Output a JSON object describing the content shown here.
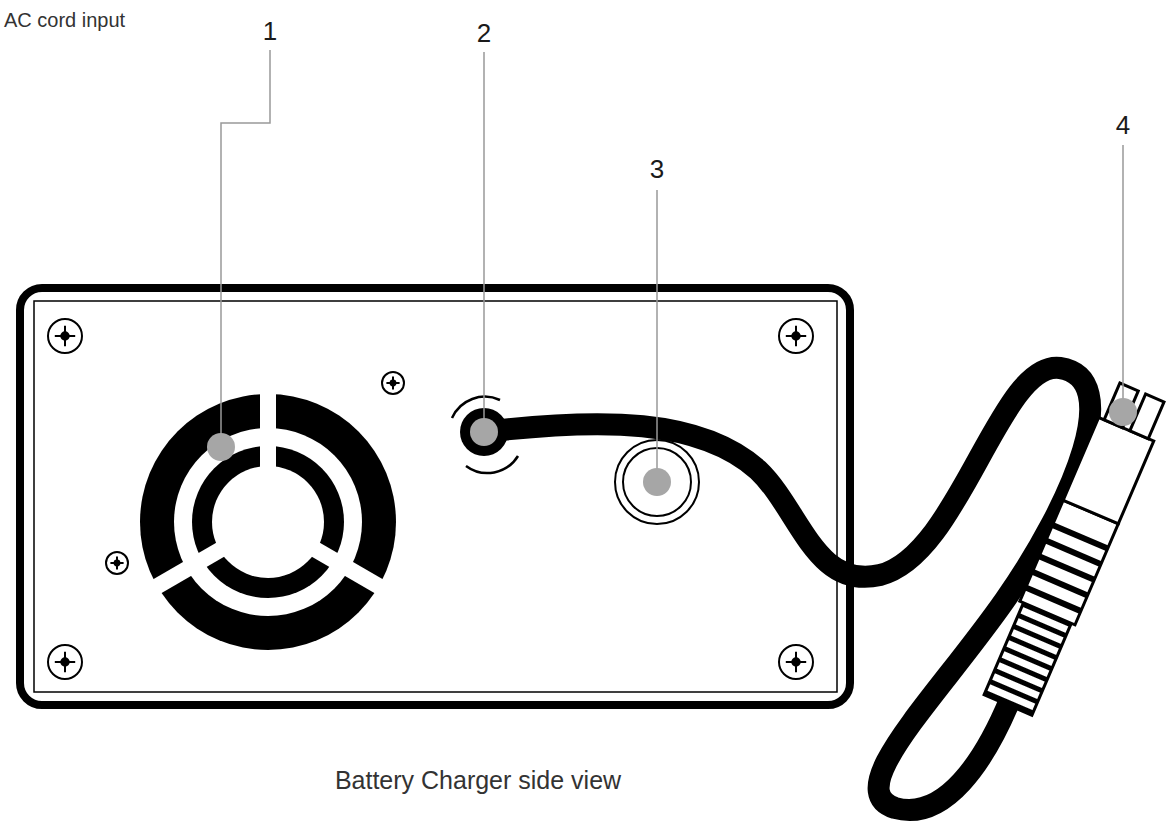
{
  "diagram": {
    "caption": "Battery Charger side view",
    "labels": [
      "AC cord input",
      "1",
      "2",
      "3",
      "4"
    ]
  }
}
